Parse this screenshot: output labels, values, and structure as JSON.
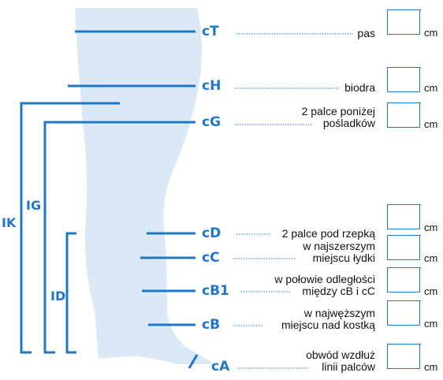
{
  "brackets": [
    "IK",
    "IG",
    "ID"
  ],
  "unit": "cm",
  "measurements": [
    {
      "code": "cT",
      "label_lines": [
        "pas"
      ]
    },
    {
      "code": "cH",
      "label_lines": [
        "biodra"
      ]
    },
    {
      "code": "cG",
      "label_lines": [
        "2 palce poniżej",
        "pośladków"
      ]
    },
    {
      "code": "cD",
      "label_lines": [
        "2 palce pod rzepką"
      ]
    },
    {
      "code": "cC",
      "label_lines": [
        "w najszerszym",
        "miejscu łydki"
      ]
    },
    {
      "code": "cB1",
      "label_lines": [
        "w połowie odległości",
        "między cB i cC"
      ]
    },
    {
      "code": "cB",
      "label_lines": [
        "w najwęższym",
        "miejscu nad kostką"
      ]
    },
    {
      "code": "cA",
      "label_lines": [
        "obwód wzdłuż",
        "linii palców"
      ]
    }
  ],
  "colors": {
    "accent": "#1f77c8",
    "silhouette": "#dbe9f6",
    "dots": "#1f77c8"
  }
}
